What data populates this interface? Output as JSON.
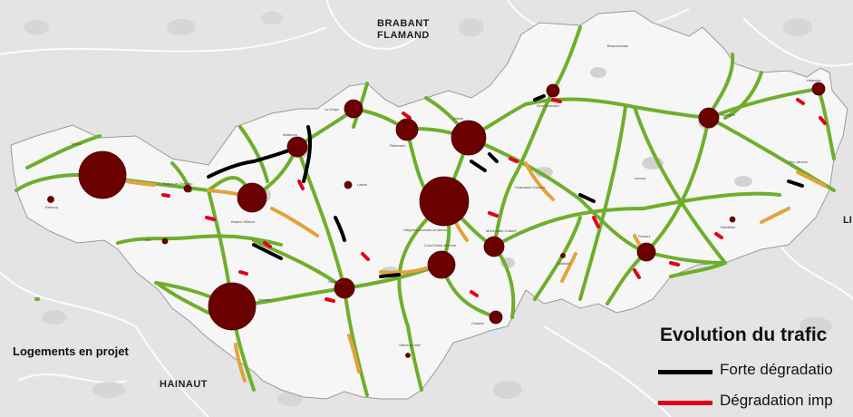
{
  "map": {
    "title": "Logements en projet",
    "neighbors": {
      "north": "BRABANT\nFLAMAND",
      "south": "HAINAUT",
      "east_partial": "LI"
    },
    "legend": {
      "title": "Evolution du trafic",
      "items": [
        {
          "label": "Forte dégradatio",
          "color": "#000000"
        },
        {
          "label": "Dégradation imp",
          "color": "#e0001b"
        }
      ]
    },
    "colors": {
      "road_good": "#6fae2c",
      "road_medium": "#e3a23a",
      "road_bad": "#e0001b",
      "road_strong": "#000000",
      "bubble": "#6b0000",
      "province_fill": "#f6f6f6",
      "urban": "#cfcfcf",
      "background": "#e4e4e4"
    },
    "bubbles": [
      {
        "name": "Tubize",
        "level": 5
      },
      {
        "name": "Nivelles",
        "level": 5
      },
      {
        "name": "Ottignies-Louvain-la-Neuve",
        "level": 5
      },
      {
        "name": "Wavre",
        "level": 4
      },
      {
        "name": "Braine-l'Alleud",
        "level": 3
      },
      {
        "name": "Court-Saint-Etienne",
        "level": 3
      },
      {
        "name": "Waterloo",
        "level": 2
      },
      {
        "name": "Rixensart",
        "level": 2
      },
      {
        "name": "Jodoigne",
        "level": 2
      },
      {
        "name": "Genappe",
        "level": 2
      },
      {
        "name": "Mont-Saint-Guibert",
        "level": 2
      },
      {
        "name": "Perwez",
        "level": 2
      },
      {
        "name": "La Hulpe",
        "level": 2
      },
      {
        "name": "Grez-Doiceau",
        "level": 1
      },
      {
        "name": "Hélécine",
        "level": 1
      },
      {
        "name": "Chastre",
        "level": 1
      },
      {
        "name": "Braine-le-Château",
        "level": 1
      },
      {
        "name": "Lasne",
        "level": 1
      },
      {
        "name": "Rebecq",
        "level": 1
      },
      {
        "name": "Ittre",
        "level": 1
      },
      {
        "name": "Ramillies",
        "level": 1
      },
      {
        "name": "Walhain",
        "level": 1
      },
      {
        "name": "Villers-la-Ville",
        "level": 1
      }
    ],
    "places": [
      "Tubize",
      "Rebecq",
      "Braine-le-Château",
      "Braine-l'Alleud",
      "Ittre",
      "Nivelles",
      "Waterloo",
      "La Hulpe",
      "Lasne",
      "Rixensart",
      "Wavre",
      "Ottignies-Louvain-la-Neuve",
      "Court-Saint-Etienne",
      "Mont-Saint-Guibert",
      "Genappe",
      "Villers-la-Ville",
      "Chastre",
      "Walhain",
      "Chaumont-Gistoux",
      "Grez-Doiceau",
      "Beauvechain",
      "Incourt",
      "Perwez",
      "Jodoigne",
      "Orp-Jauche",
      "Hélécine",
      "Ramillies"
    ]
  }
}
